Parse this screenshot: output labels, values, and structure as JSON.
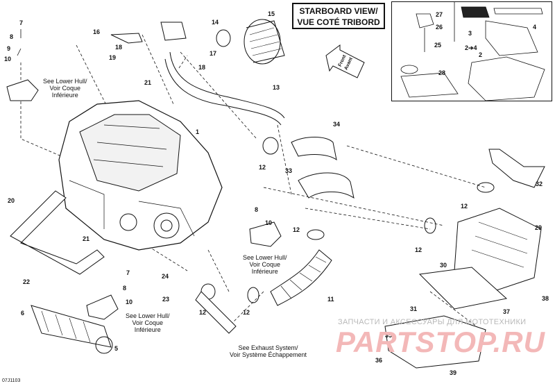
{
  "view_label": {
    "line1": "STARBOARD VIEW/",
    "line2": "VUE COTÉ TRIBORD"
  },
  "front_arrow": {
    "line1": "Front",
    "line2": "Avant"
  },
  "references": {
    "lower_hull_1": {
      "line1": "See Lower Hull/",
      "line2": "Voir Coque",
      "line3": "Inférieure"
    },
    "lower_hull_2": {
      "line1": "See Lower Hull/",
      "line2": "Voir Coque",
      "line3": "Inférieure"
    },
    "lower_hull_3": {
      "line1": "See Lower Hull/",
      "line2": "Voir Coque",
      "line3": "Inférieure"
    },
    "exhaust": {
      "line1": "See Exhaust System/",
      "line2": "Voir Système Échappement"
    }
  },
  "callouts": {
    "c1": "1",
    "c2": "2",
    "c2arrow": "2➔4",
    "c3": "3",
    "c4": "4",
    "c5": "5",
    "c6": "6",
    "c7a": "7",
    "c7b": "7",
    "c8a": "8",
    "c8b": "8",
    "c8c": "8",
    "c9": "9",
    "c10a": "10",
    "c10b": "10",
    "c11": "11",
    "c12a": "12",
    "c12b": "12",
    "c12c": "12",
    "c12d": "12",
    "c12e": "12",
    "c12f": "12",
    "c13": "13",
    "c14": "14",
    "c15": "15",
    "c16": "16",
    "c17": "17",
    "c18a": "18",
    "c18b": "18",
    "c19": "19",
    "c20": "20",
    "c21a": "21",
    "c21b": "21",
    "c22": "22",
    "c23": "23",
    "c24": "24",
    "c25": "25",
    "c26": "26",
    "c27": "27",
    "c28": "28",
    "c29": "29",
    "c30": "30",
    "c31": "31",
    "c32": "32",
    "c33": "33",
    "c34": "34",
    "c35": "35",
    "c36": "36",
    "c37": "37",
    "c38": "38",
    "c39": "39"
  },
  "watermark": "ЗАПЧАСТИ И АКСЕССУАРЫ ДЛЯ МОТОТЕХНИКИ",
  "watermark_brand": "PARTSTOP.RU",
  "doc_id": "07J1103",
  "colors": {
    "line": "#111111",
    "watermark": "#f3b8b8",
    "fill": "#ffffff",
    "shade": "#d9d9d9"
  }
}
